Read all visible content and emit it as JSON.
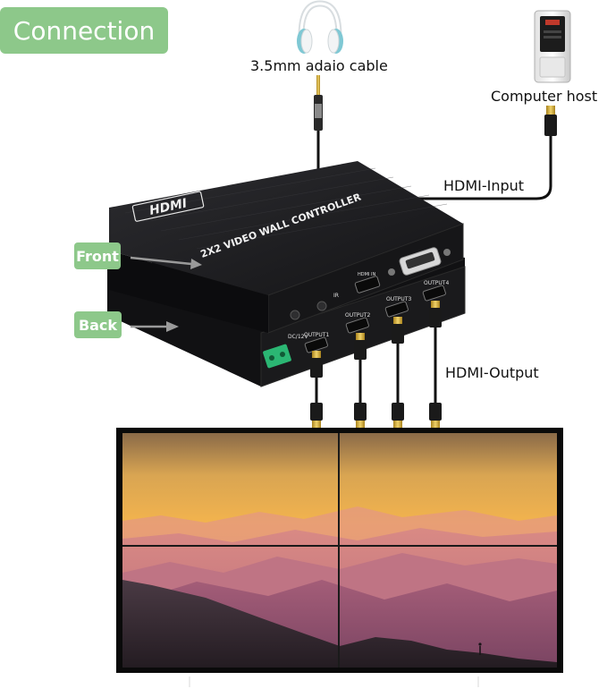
{
  "title": "Connection",
  "labels": {
    "audio_cable": "3.5mm adaio cable",
    "computer_host": "Computer host",
    "hdmi_input": "HDMI-Input",
    "hdmi_output": "HDMI-Output",
    "front": "Front",
    "back": "Back"
  },
  "device": {
    "top_text": "2X2 VIDEO WALL CONTROLLER",
    "logo": "HDMI",
    "front_ports": [
      "HDMI IN",
      "IR"
    ],
    "back_ports": [
      "DC/12V",
      "OUTPUT1",
      "OUTPUT2",
      "OUTPUT3",
      "OUTPUT4"
    ]
  },
  "video_wall": {
    "rows": 2,
    "cols": 2
  },
  "colors": {
    "pill_green": "#8dc88a",
    "device_body": "#1c1c1e",
    "cable": "#111111",
    "connector_gold": "#c9a227"
  }
}
